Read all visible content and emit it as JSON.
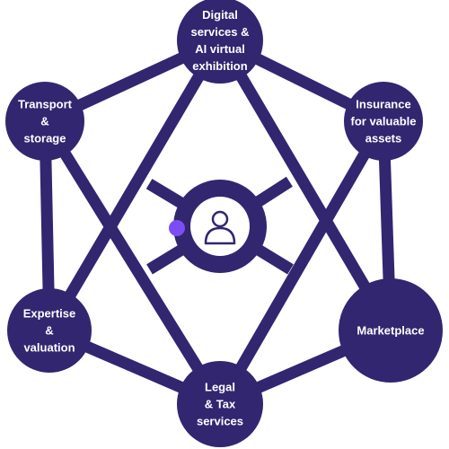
{
  "colors": {
    "primary": "#322670",
    "accent": "#7b4df2",
    "background": "#ffffff",
    "text": "#ffffff"
  },
  "center": {
    "icon": "user-icon"
  },
  "nodes": [
    {
      "id": "digital",
      "lines": [
        "Digital",
        "services &",
        "AI virtual",
        "exhibition"
      ]
    },
    {
      "id": "insurance",
      "lines": [
        "Insurance",
        "for valuable",
        "assets"
      ]
    },
    {
      "id": "marketplace",
      "lines": [
        "Marketplace"
      ]
    },
    {
      "id": "legal",
      "lines": [
        "Legal",
        "& Tax",
        "services"
      ]
    },
    {
      "id": "expertise",
      "lines": [
        "Expertise",
        "&",
        "valuation"
      ]
    },
    {
      "id": "transport",
      "lines": [
        "Transport",
        "&",
        "storage"
      ]
    }
  ],
  "connections": [
    [
      "digital",
      "transport"
    ],
    [
      "digital",
      "insurance"
    ],
    [
      "digital",
      "expertise"
    ],
    [
      "digital",
      "marketplace"
    ],
    [
      "insurance",
      "marketplace"
    ],
    [
      "insurance",
      "legal"
    ],
    [
      "marketplace",
      "legal"
    ],
    [
      "legal",
      "expertise"
    ],
    [
      "expertise",
      "transport"
    ],
    [
      "transport",
      "legal"
    ]
  ],
  "spokes": [
    "transport",
    "insurance",
    "expertise",
    "marketplace"
  ]
}
